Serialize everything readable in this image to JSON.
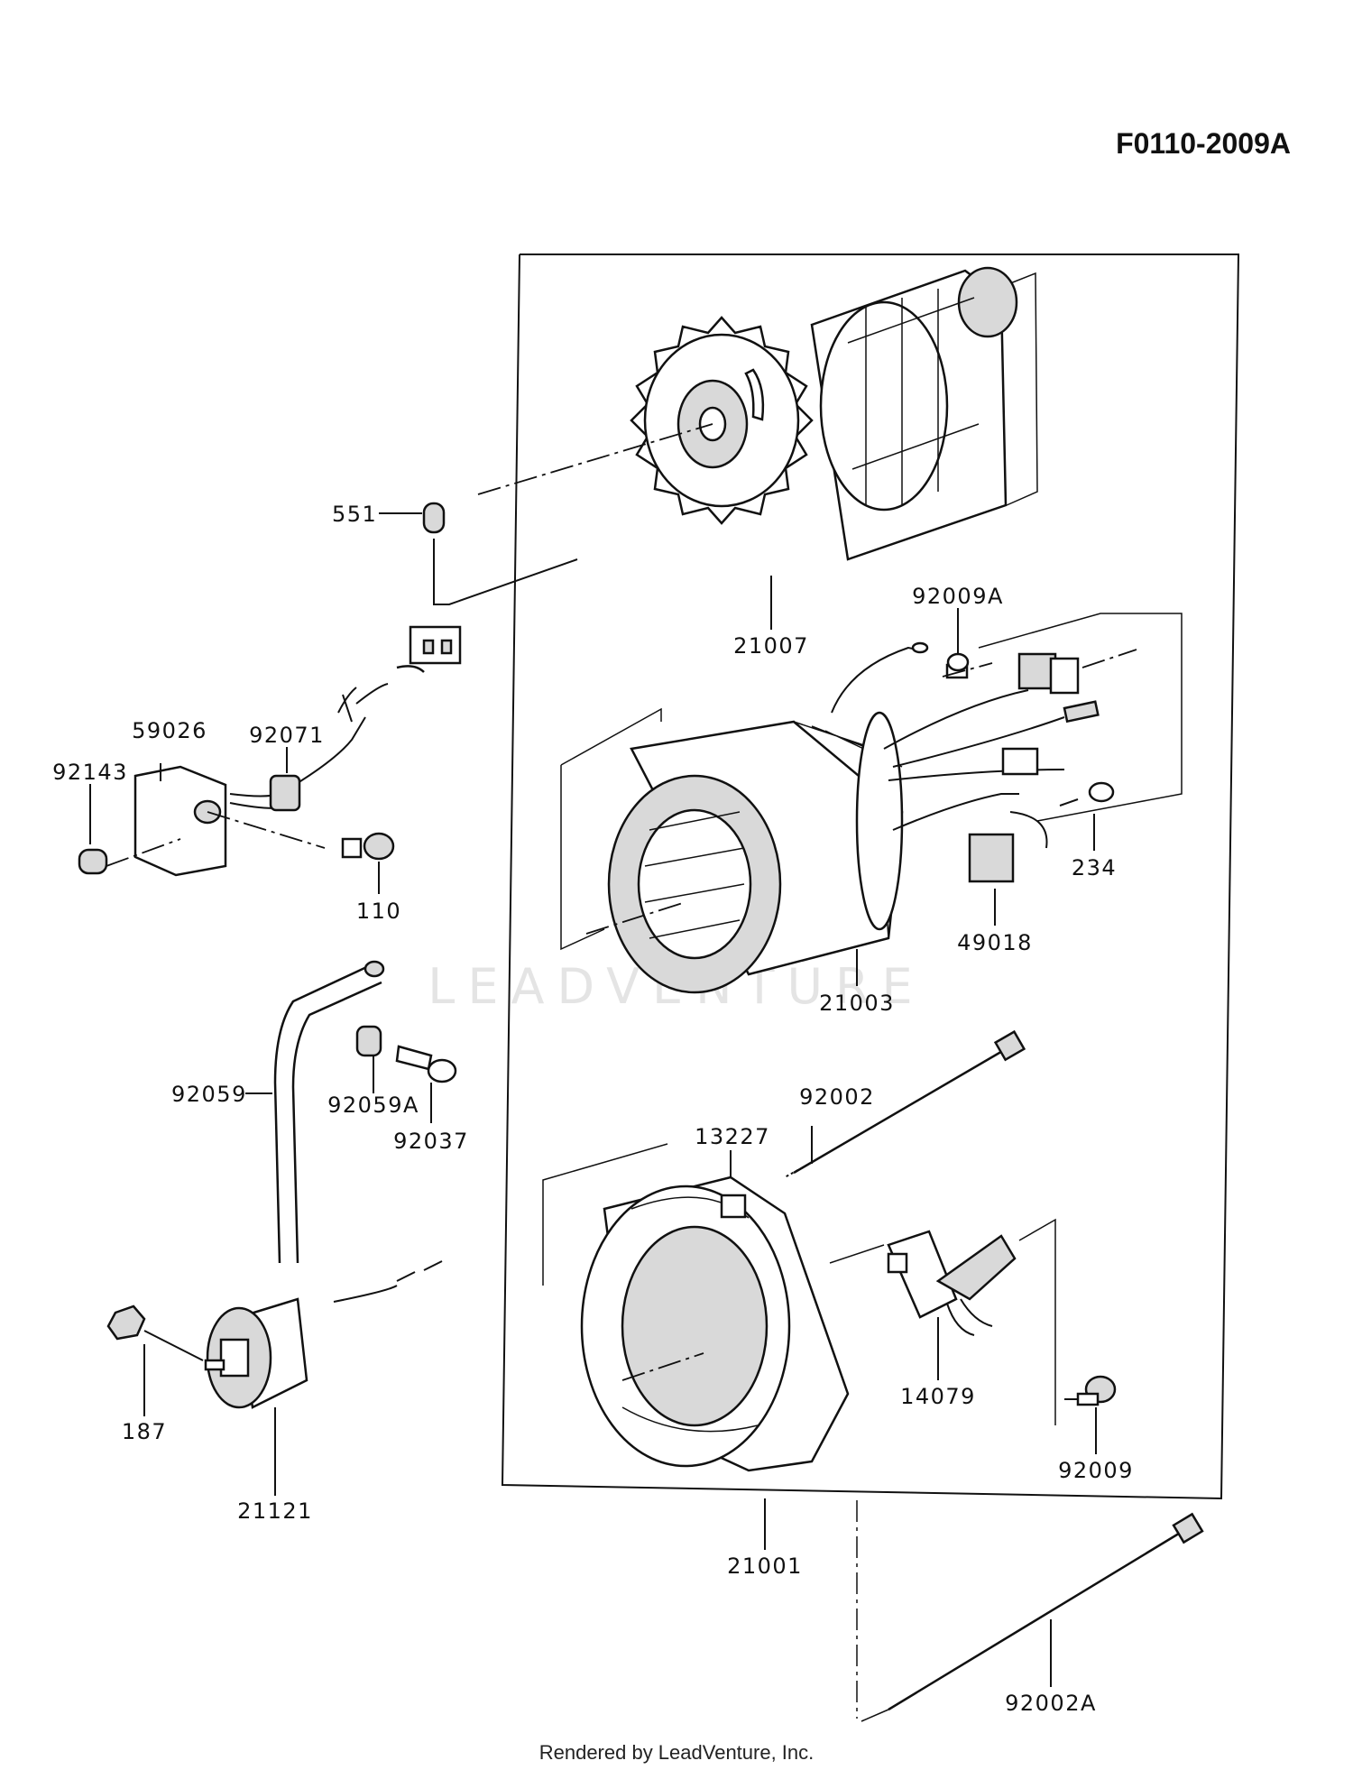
{
  "diagram": {
    "code": "F0110-2009A",
    "watermark": "LEADVENTURE",
    "footer": "Rendered by LeadVenture, Inc."
  },
  "parts": [
    "551",
    "21007",
    "92009A",
    "92071",
    "59026",
    "92143",
    "110",
    "21003",
    "234",
    "49018",
    "92059",
    "92059A",
    "92037",
    "92002",
    "13227",
    "187",
    "21121",
    "14079",
    "92009",
    "21001",
    "92002A"
  ]
}
